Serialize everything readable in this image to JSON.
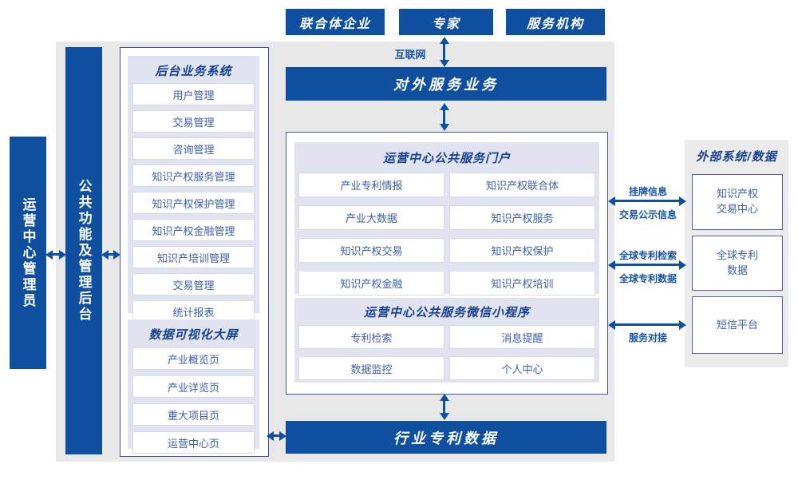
{
  "colors": {
    "primary_blue": "#0f4f9f",
    "header_text": "#16418c",
    "item_text": "#3c5fa8",
    "panel_bg": "#e1e4f0",
    "background_gray": "#e8e8e8"
  },
  "top_actors": [
    "联合体企业",
    "专家",
    "服务机构"
  ],
  "internet_label": "互联网",
  "external_service_bar": "对外服务业务",
  "left_rails": {
    "admin": "运营中心管理员",
    "public_backend": "公共功能及管理后台"
  },
  "backend_system": {
    "title": "后台业务系统",
    "items": [
      "用户管理",
      "交易管理",
      "咨询管理",
      "知识产权服务管理",
      "知识产权保护管理",
      "知识产权金融管理",
      "知识产培训管理",
      "交易管理",
      "统计报表"
    ]
  },
  "dashboard": {
    "title": "数据可视化大屏",
    "items": [
      "产业概览页",
      "产业详览页",
      "重大项目页",
      "运营中心页"
    ]
  },
  "portal": {
    "title": "运营中心公共服务门户",
    "items": [
      "产业专利情报",
      "知识产权联合体",
      "产业大数据",
      "知识产权服务",
      "知识产权交易",
      "知识产权保护",
      "知识产权金融",
      "知识产权培训"
    ]
  },
  "mini_program": {
    "title": "运营中心公共服务微信小程序",
    "items": [
      "专利检索",
      "消息提醒",
      "数据监控",
      "个人中心"
    ]
  },
  "industry_patent_bar": "行业专利数据",
  "external_panel": {
    "title": "外部系统/数据",
    "systems": [
      "知识产权\n交易中心",
      "全球专利\n数据",
      "短信平台"
    ]
  },
  "external_links": [
    {
      "label_top": "挂牌信息",
      "label_bottom": "交易公示信息"
    },
    {
      "label_top": "全球专利检索",
      "label_bottom": "全球专利数据"
    },
    {
      "label_top": "",
      "label_bottom": "服务对接"
    }
  ]
}
